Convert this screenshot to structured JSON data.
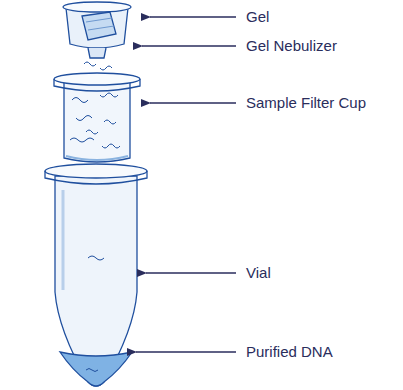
{
  "diagram": {
    "labels": [
      "Gel",
      "Gel Nebulizer",
      "Sample Filter Cup",
      "Vial",
      "Purified DNA"
    ]
  }
}
